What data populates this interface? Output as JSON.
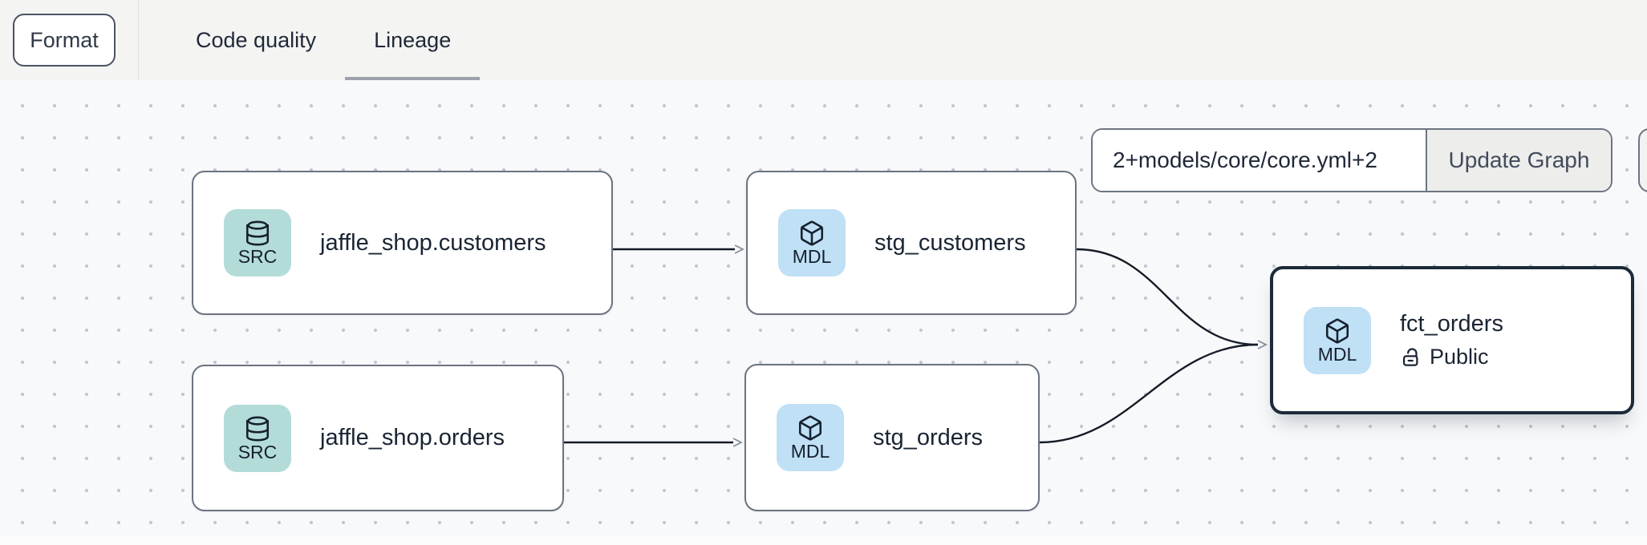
{
  "toolbar": {
    "format_button": "Format",
    "tabs": [
      {
        "label": "Code quality",
        "active": false
      },
      {
        "label": "Lineage",
        "active": true
      }
    ]
  },
  "lineage_controls": {
    "selector_input_value": "2+models/core/core.yml+2",
    "update_button": "Update Graph"
  },
  "graph": {
    "nodes": [
      {
        "id": "jaffle_shop.customers",
        "badge": "SRC",
        "icon": "database",
        "title": "jaffle_shop.customers"
      },
      {
        "id": "stg_customers",
        "badge": "MDL",
        "icon": "cube",
        "title": "stg_customers"
      },
      {
        "id": "jaffle_shop.orders",
        "badge": "SRC",
        "icon": "database",
        "title": "jaffle_shop.orders"
      },
      {
        "id": "stg_orders",
        "badge": "MDL",
        "icon": "cube",
        "title": "stg_orders"
      },
      {
        "id": "fct_orders",
        "badge": "MDL",
        "icon": "cube",
        "title": "fct_orders",
        "access_label": "Public",
        "selected": true
      }
    ],
    "edges": [
      {
        "from": "jaffle_shop.customers",
        "to": "stg_customers"
      },
      {
        "from": "jaffle_shop.orders",
        "to": "stg_orders"
      },
      {
        "from": "stg_customers",
        "to": "fct_orders"
      },
      {
        "from": "stg_orders",
        "to": "fct_orders"
      }
    ]
  },
  "colors": {
    "topbar_bg": "#f4f4f2",
    "canvas_bg": "#f8f9fa",
    "source_badge_bg": "#b3dcd9",
    "model_badge_bg": "#c0e0f6",
    "node_border": "#6b7380",
    "selected_node_border": "#1d2a3a",
    "edge": "#141c28",
    "active_tab_underline": "#9aa1ad"
  }
}
